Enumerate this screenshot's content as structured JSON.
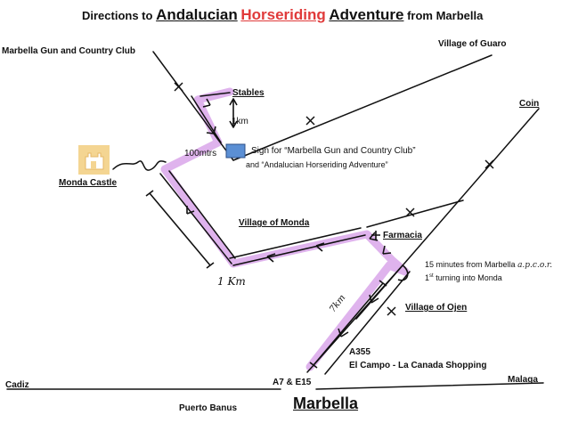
{
  "title": {
    "prefix": "Directions to",
    "name_part1": "Andalucian",
    "name_part2": "Horseriding",
    "name_part3": "Adventure",
    "suffix": "from Marbella",
    "highlight_color": "#e03a3a"
  },
  "places": {
    "gun_club": "Marbella Gun and Country Club",
    "guaro": "Village of Guaro",
    "stables": "Stables",
    "coin": "Coin",
    "monda_castle": "Monda Castle",
    "monda_village": "Village of Monda",
    "farmacia": "Farmacia",
    "ojen": "Village of Ojen",
    "cadiz": "Cadiz",
    "malaga": "Malaga",
    "puerto_banus": "Puerto Banus",
    "marbella": "Marbella"
  },
  "notes": {
    "one_km_top": "1km",
    "hundred_m": "100mtrs",
    "sign_line1": "Sign for “Marbella Gun and Country Club”",
    "sign_line2": "and “Andalucian Horseriding Adventure”",
    "fifteen_min": "15 minutes from Marbella",
    "approx": "a.p.c.o.r.",
    "first_turning_pre": "1",
    "first_turning_sup": "st",
    "first_turning_post": " turning  into Monda",
    "one_km_bottom": "1 Km",
    "seven_km": "7km",
    "a355": "A355",
    "shopping": "El Campo - La  Canada Shopping",
    "a7": "A7 & E15"
  },
  "colors": {
    "route_highlight": "#d9a6ea",
    "sign_box": "#5b8fd4",
    "castle": "#f4d592"
  },
  "icons": [
    "castle-icon",
    "sign-marker-icon",
    "cross-marker-icon"
  ]
}
